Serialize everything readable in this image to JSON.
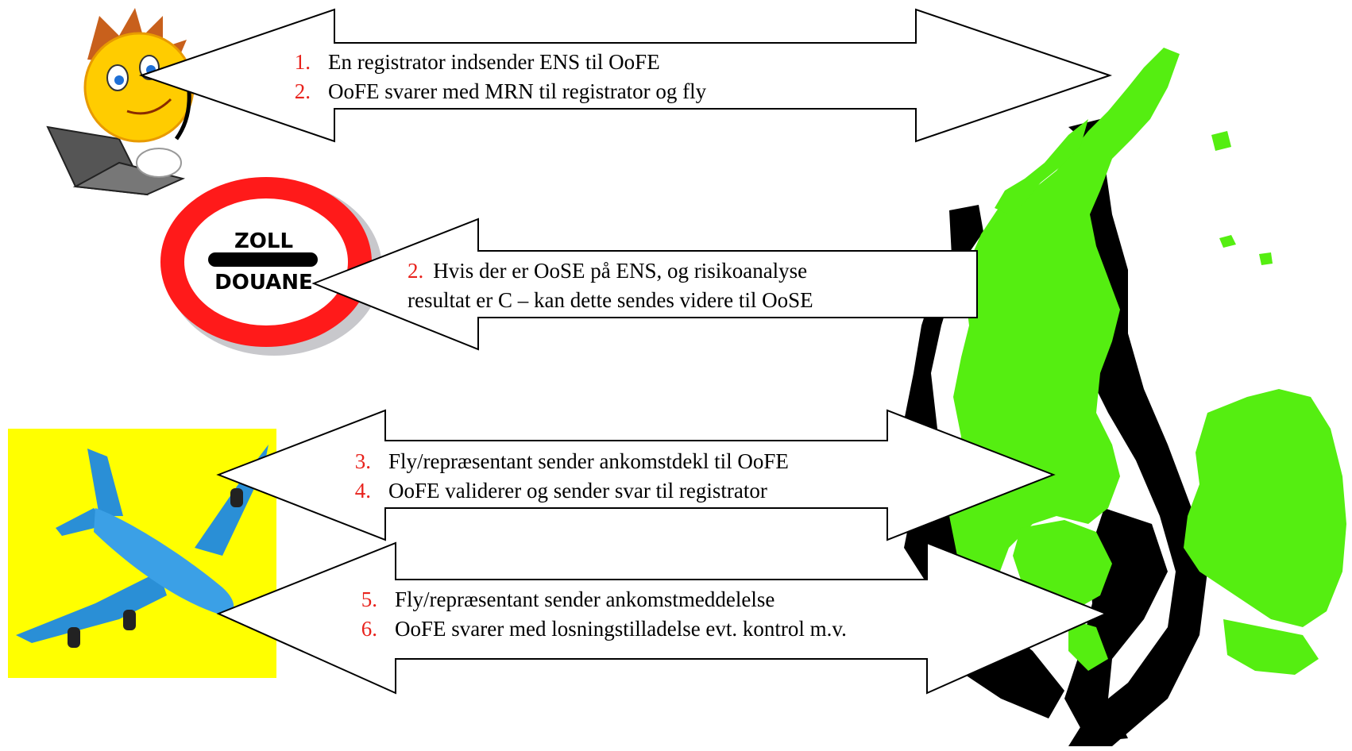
{
  "zoll_sign": {
    "top_word": "ZOLL",
    "bottom_word": "DOUANE"
  },
  "arrow_registrator": {
    "lines": [
      {
        "num": "1.",
        "text": "En registrator indsender ENS til OoFE"
      },
      {
        "num": "2.",
        "text": "OoFE svarer med MRN til registrator og fly"
      }
    ]
  },
  "arrow_oose": {
    "num": "2.",
    "line1": "Hvis der er OoSE på ENS, og risikoanalyse",
    "line2": "resultat er C – kan dette sendes videre til OoSE"
  },
  "arrow_arrival_declaration": {
    "lines": [
      {
        "num": "3.",
        "text": "Fly/repræsentant sender ankomstdekl til OoFE"
      },
      {
        "num": "4.",
        "text": "OoFE validerer og sender svar til registrator"
      }
    ]
  },
  "arrow_arrival_notice": {
    "lines": [
      {
        "num": "5.",
        "text": "Fly/repræsentant sender ankomstmeddelelse"
      },
      {
        "num": "6.",
        "text": "OoFE svarer med losningstilladelse evt. kontrol m.v."
      }
    ]
  },
  "colors": {
    "number_red": "#e8221c",
    "map_green": "#55ee11",
    "sign_red": "#ff1a1a",
    "plane_background": "#ffff00",
    "plane_blue": "#2a8fd6"
  }
}
